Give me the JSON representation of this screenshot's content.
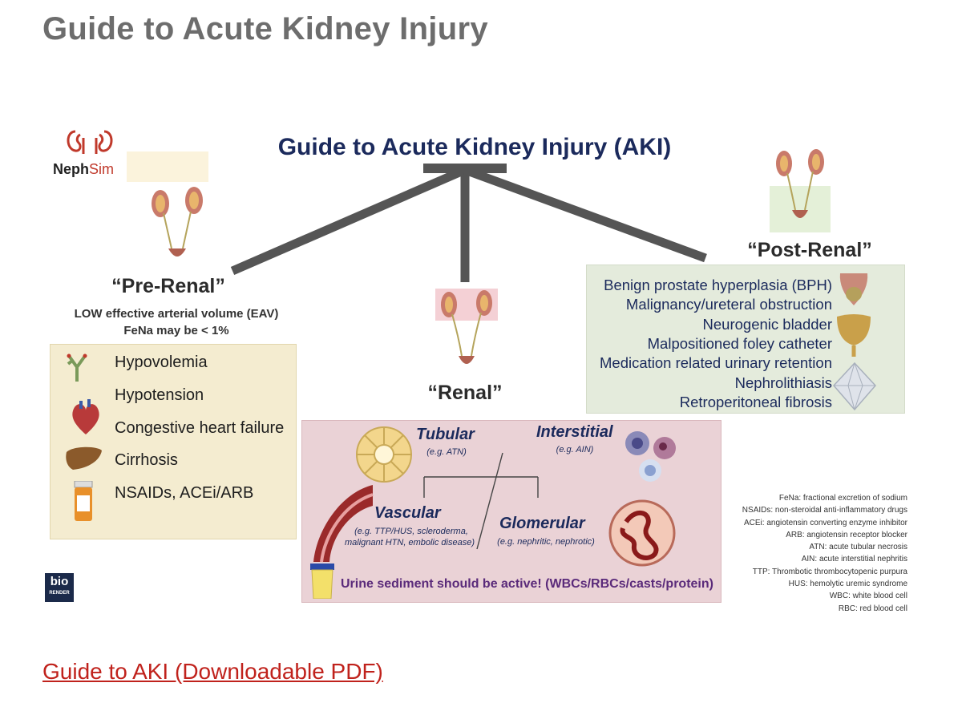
{
  "page_title": "Guide to Acute Kidney Injury",
  "diagram_title": "Guide to Acute Kidney Injury (AKI)",
  "logo": {
    "name_dark": "Neph",
    "name_accent": "Sim",
    "icon": "kidney-outline-icon"
  },
  "pre_renal": {
    "label": "“Pre-Renal”",
    "subtitle_1": "LOW effective arterial volume (EAV)",
    "subtitle_2": "FeNa may be < 1%",
    "items": [
      "Hypovolemia",
      "Hypotension",
      "Congestive heart failure",
      "Cirrhosis",
      "NSAIDs, ACEi/ARB"
    ]
  },
  "renal": {
    "label": "“Renal”",
    "tubular": {
      "name": "Tubular",
      "eg": "(e.g. ATN)"
    },
    "interstitial": {
      "name": "Interstitial",
      "eg": "(e.g. AIN)"
    },
    "vascular": {
      "name": "Vascular",
      "eg_1": "(e.g. TTP/HUS, scleroderma,",
      "eg_2": "malignant HTN, embolic disease)"
    },
    "glomerular": {
      "name": "Glomerular",
      "eg": "(e.g. nephritic, nephrotic)"
    },
    "sediment": "Urine sediment should be active! (WBCs/RBCs/casts/protein)"
  },
  "post_renal": {
    "label": "“Post-Renal”",
    "items": [
      "Benign prostate hyperplasia (BPH)",
      "Malignancy/ureteral obstruction",
      "Neurogenic bladder",
      "Malpositioned foley catheter",
      "Medication related urinary retention",
      "Nephrolithiasis",
      "Retroperitoneal fibrosis"
    ]
  },
  "abbreviations": [
    "FeNa: fractional excretion of sodium",
    "NSAIDs: non-steroidal anti-inflammatory drugs",
    "ACEi: angiotensin converting enzyme inhibitor",
    "ARB: angiotensin receptor blocker",
    "ATN: acute tubular necrosis",
    "AIN: acute interstitial nephritis",
    "TTP: Thrombotic thrombocytopenic purpura",
    "HUS: hemolytic uremic syndrome",
    "WBC: white blood cell",
    "RBC: red blood cell"
  ],
  "biorender": {
    "line_1": "bio",
    "line_2": "RENDER"
  },
  "pdf_link": "Guide to AKI (Downloadable PDF)",
  "colors": {
    "title_gray": "#6d6d6d",
    "navy": "#1b2a5c",
    "link_red": "#c0221c",
    "pre_box": "#f4ecd0",
    "post_box": "#e4ebdc",
    "renal_box": "#ead2d6"
  }
}
